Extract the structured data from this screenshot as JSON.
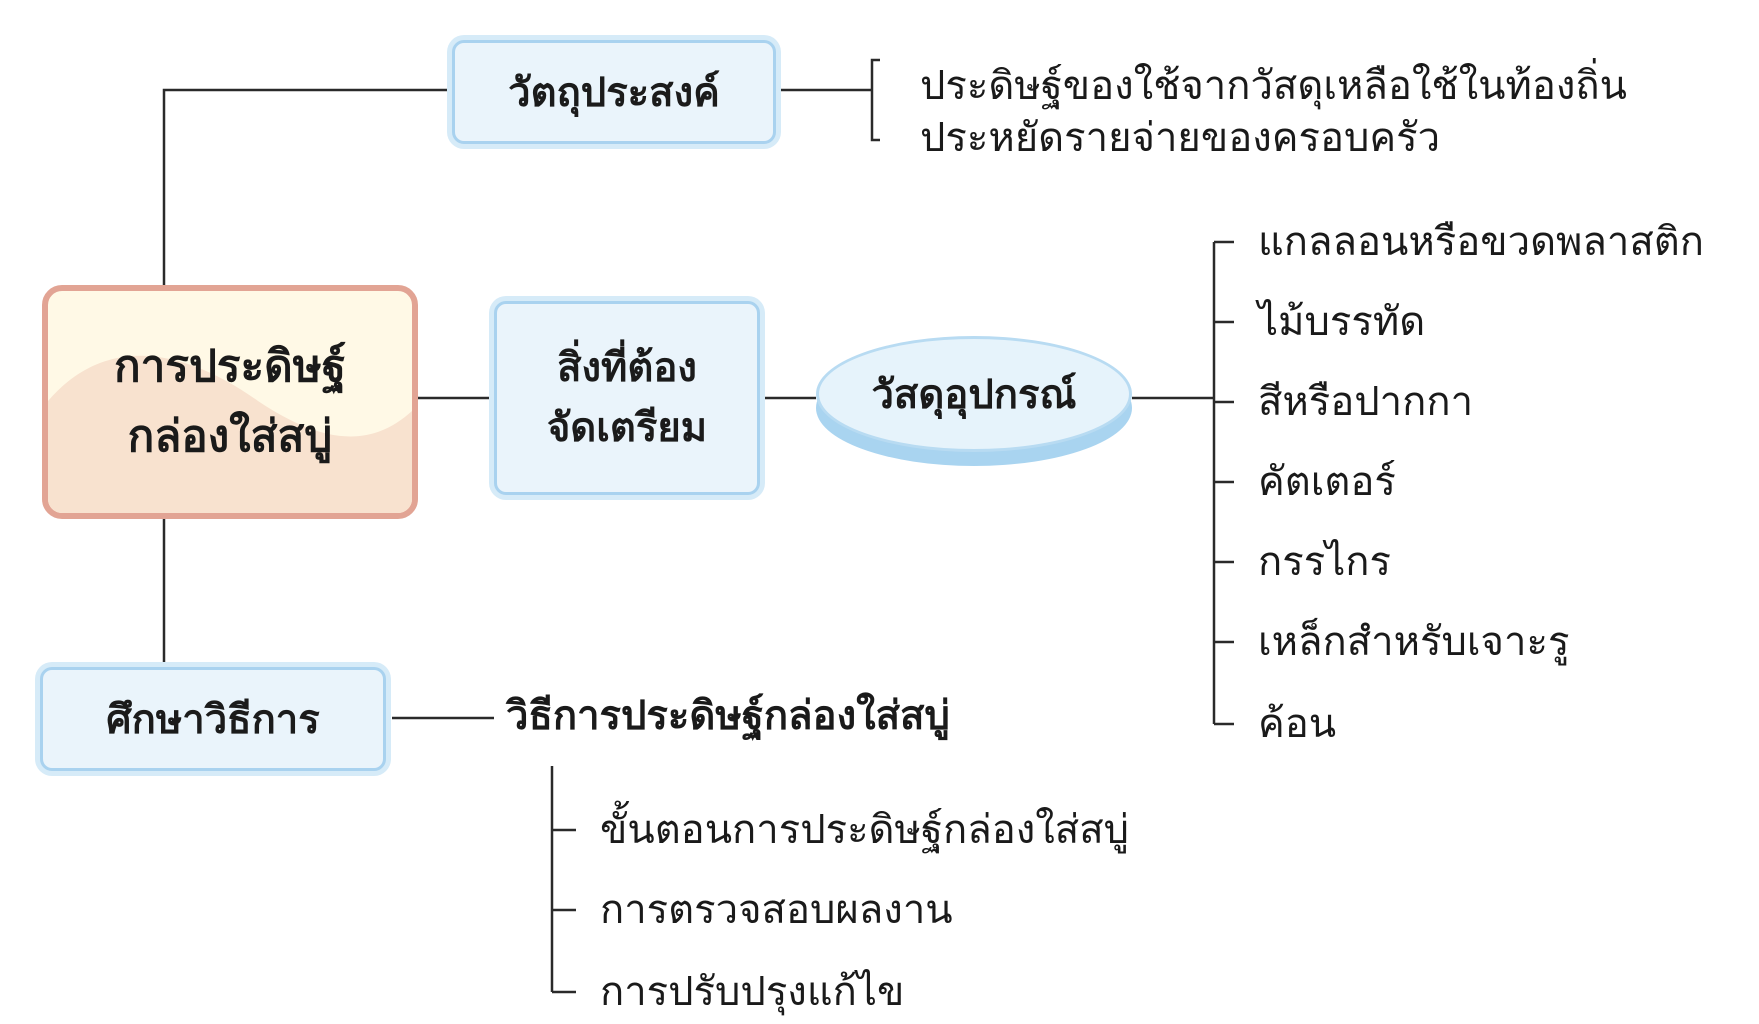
{
  "main_topic": {
    "line1": "การประดิษฐ์",
    "line2": "กล่องใส่สบู่"
  },
  "objective": {
    "label": "วัตถุประสงค์",
    "items": [
      "ประดิษฐ์ของใช้จากวัสดุเหลือใช้ในท้องถิ่น",
      "ประหยัดรายจ่ายของครอบครัว"
    ]
  },
  "preparation": {
    "line1": "สิ่งที่ต้อง",
    "line2": "จัดเตรียม",
    "materials": {
      "label": "วัสดุอุปกรณ์",
      "items": [
        "แกลลอนหรือขวดพลาสติก",
        "ไม้บรรทัด",
        "สีหรือปากกา",
        "คัตเตอร์",
        "กรรไกร",
        "เหล็กสำหรับเจาะรู",
        "ค้อน"
      ]
    }
  },
  "study": {
    "label": "ศึกษาวิธีการ",
    "method": "วิธีการประดิษฐ์กล่องใส่สบู่",
    "steps": [
      "ขั้นตอนการประดิษฐ์กล่องใส่สบู่",
      "การตรวจสอบผลงาน",
      "การปรับปรุงแก้ไข"
    ]
  },
  "colors": {
    "main_border": "#e2a494",
    "main_fill_top": "#fff9e6",
    "main_fill_bottom": "#f8e2cf",
    "box_border": "#a9d2ef",
    "box_fill": "#eaf4fb",
    "line": "#2a2a2a"
  }
}
